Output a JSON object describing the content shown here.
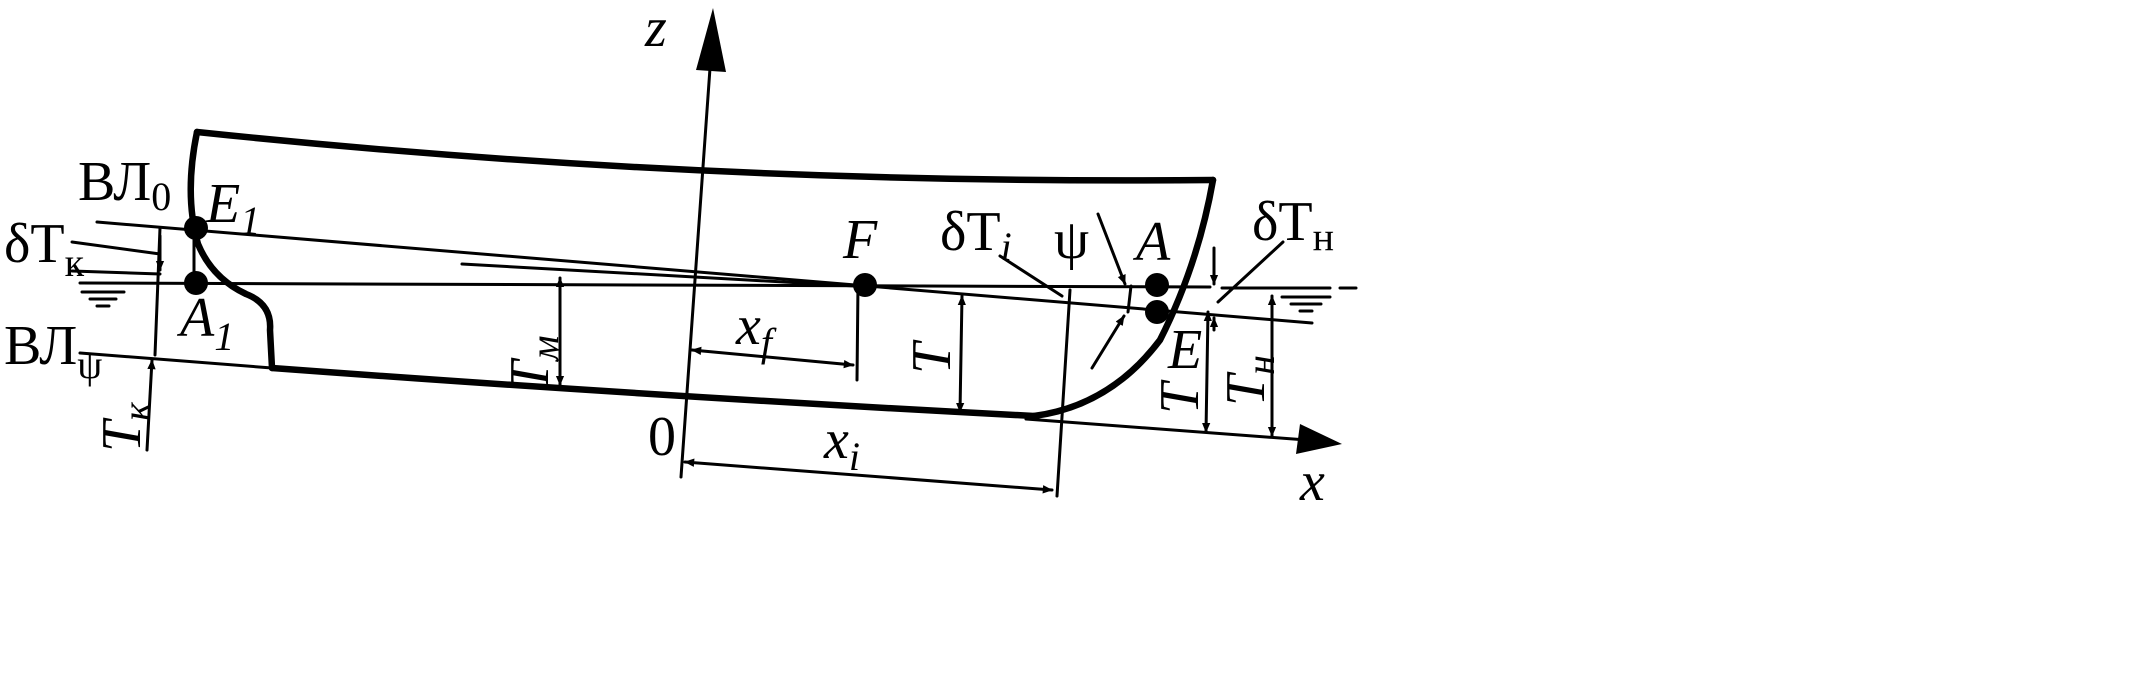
{
  "labels": {
    "z_axis": "z",
    "x_axis": "x",
    "origin": "0",
    "wl0_base": "ВЛ",
    "wl0_sub": "0",
    "wlpsi_base": "ВЛ",
    "wlpsi_sub": "ψ",
    "dTk_base": "δT",
    "dTk_sub": "к",
    "E1_base": "E",
    "E1_sub": "1",
    "A1_base": "A",
    "A1_sub": "1",
    "Tk_base": "T",
    "Tk_sub": "к",
    "Tm_base": "T",
    "Tm_sub": "м",
    "xf_base": "x",
    "xf_sub": "f",
    "F": "F",
    "T": "T",
    "xi_base": "x",
    "xi_sub": "i",
    "dTi_base": "δT",
    "dTi_sub": "i",
    "psi": "ψ",
    "A": "A",
    "E": "E",
    "dTn_base": "δT",
    "dTn_sub": "н",
    "Tn_base": "T",
    "Tn_sub": "н",
    "TE": "T"
  },
  "colors": {
    "ink": "#000000",
    "background": "#ffffff"
  },
  "points": [
    "E1",
    "A1",
    "F",
    "A",
    "E"
  ]
}
